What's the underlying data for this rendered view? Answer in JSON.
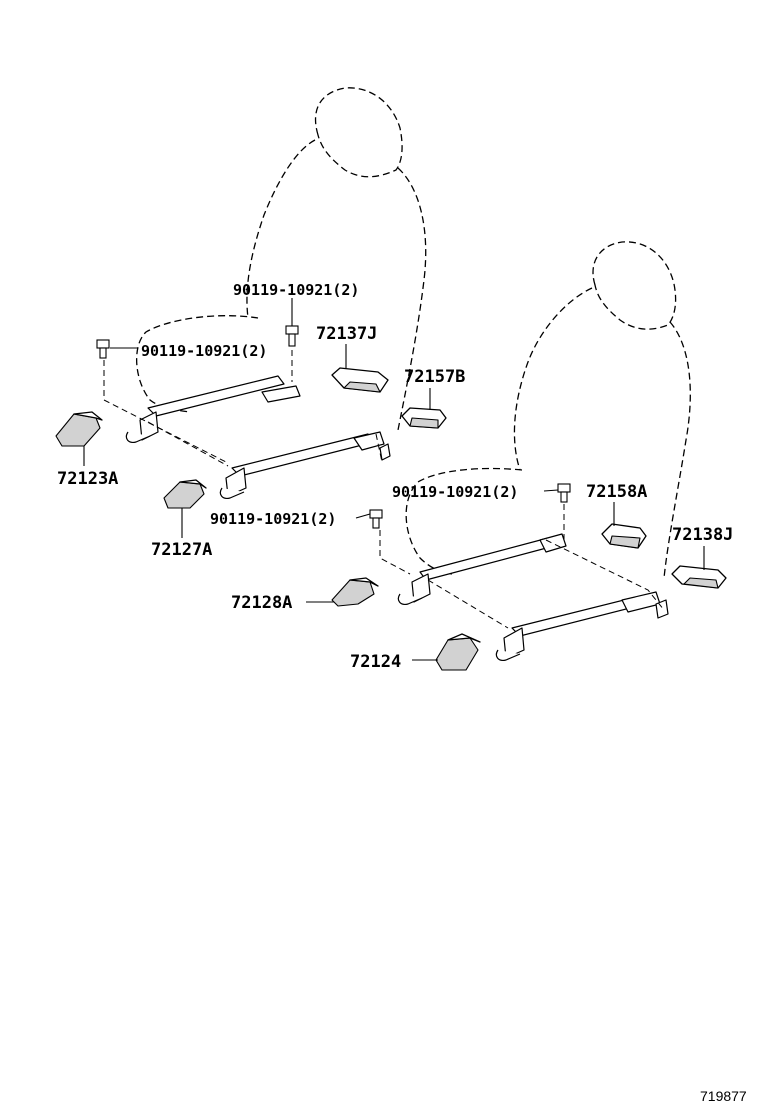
{
  "labels": {
    "bolt_upper": "90119-10921(2)",
    "bolt_left": "90119-10921(2)",
    "bolt_front_left": "90119-10921(2)",
    "bolt_right": "90119-10921(2)",
    "cover_72137J": "72137J",
    "cover_72157B": "72157B",
    "cover_72123A": "72123A",
    "cover_72127A": "72127A",
    "cover_72158A": "72158A",
    "cover_72138J": "72138J",
    "cover_72128A": "72128A",
    "cover_72124": "72124"
  },
  "reference_number": "719877"
}
